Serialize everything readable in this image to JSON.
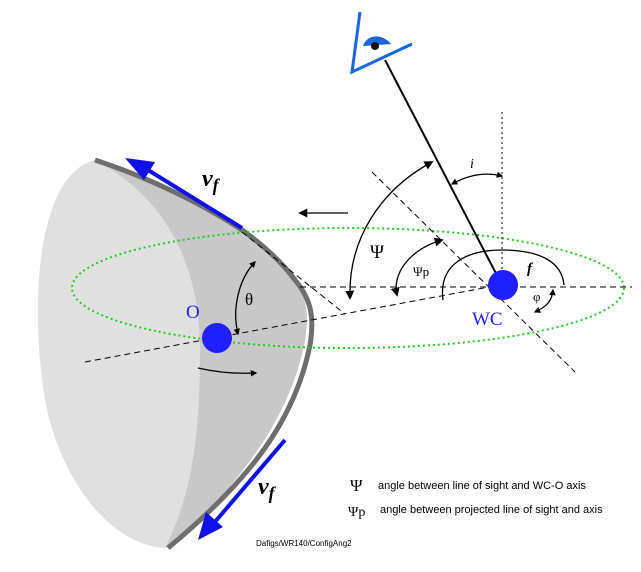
{
  "labels": {
    "vf_top": "v",
    "vf_top_sub": "f",
    "vf_bottom": "v",
    "vf_bottom_sub": "f",
    "O": "O",
    "WC": "WC",
    "theta": "θ",
    "psi": "Ψ",
    "psi_p": "Ψp",
    "i": "i",
    "f": "f",
    "phi": "φ"
  },
  "legend": [
    {
      "symbol": "Ψ",
      "text": "angle between line of sight and WC-O axis"
    },
    {
      "symbol": "Ψp",
      "text": "angle between projected line of sight and axis"
    }
  ],
  "credit": "Dafigs/WR140/ConfigAng2",
  "colors": {
    "star": "#1f1fff",
    "arrow_blue": "#1010e8",
    "orbit": "#22cc22",
    "eye": "#1a66dd",
    "shell_outer": "#e0e0e0",
    "shell_inner": "#c8c8c8",
    "shell_edge": "#6e6e6e"
  }
}
